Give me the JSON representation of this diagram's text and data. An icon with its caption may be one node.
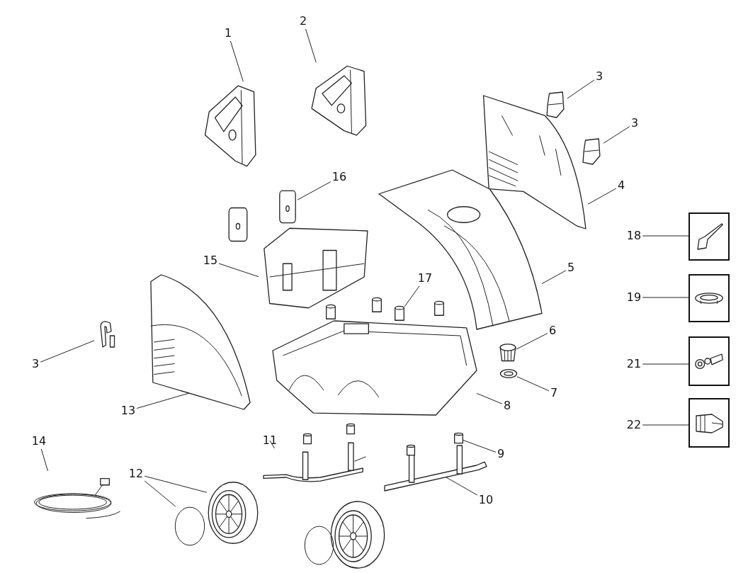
{
  "diagram": {
    "nodes": [
      {
        "text": [
          "2"
        ]
      },
      {
        "text": [],
        "shape": "picture"
      },
      {
        "text": [
          "1"
        ]
      },
      {
        "text": [],
        "shape": "picture"
      },
      {
        "text": [
          "3"
        ]
      },
      {
        "text": [],
        "shape": "picture"
      },
      {
        "text": [
          "3"
        ]
      },
      {
        "text": [],
        "shape": "picture"
      },
      {
        "text": [
          "16"
        ]
      },
      {
        "text": [],
        "shape": "picture"
      },
      {
        "text": [
          "4"
        ]
      },
      {
        "text": [],
        "shape": "picture"
      },
      {
        "text": [
          "18"
        ]
      },
      {
        "text": [],
        "shape": "picture"
      },
      {
        "text": [
          "15"
        ]
      },
      {
        "text": [],
        "shape": "picture"
      },
      {
        "text": [
          "5"
        ]
      },
      {
        "text": [],
        "shape": "picture"
      },
      {
        "text": [
          "17"
        ]
      },
      {
        "text": [],
        "shape": "cylinder"
      },
      {
        "text": [
          "19"
        ]
      },
      {
        "text": [],
        "shape": "picture"
      },
      {
        "text": [
          "6"
        ]
      },
      {
        "text": [],
        "shape": "picture"
      },
      {
        "text": [
          "3"
        ]
      },
      {
        "text": [],
        "shape": "picture"
      },
      {
        "text": [
          "21"
        ]
      },
      {
        "text": [],
        "shape": "picture"
      },
      {
        "text": [
          "7"
        ]
      },
      {
        "text": [],
        "shape": "picture"
      },
      {
        "text": [
          "8"
        ]
      },
      {
        "text": [],
        "shape": "picture"
      },
      {
        "text": [
          "13"
        ]
      },
      {
        "text": [],
        "shape": "picture"
      },
      {
        "text": [
          "22"
        ]
      },
      {
        "text": [],
        "shape": "picture"
      },
      {
        "text": [
          "11"
        ]
      },
      {
        "text": [],
        "shape": "picture"
      },
      {
        "text": [
          "14"
        ]
      },
      {
        "text": [],
        "shape": "picture"
      },
      {
        "text": [
          "9"
        ]
      },
      {
        "text": [],
        "shape": "cylinder"
      },
      {
        "text": [
          "12"
        ]
      },
      {
        "text": [],
        "shape": "circle"
      },
      {
        "text": [],
        "shape": "picture"
      },
      {
        "text": [
          "10"
        ]
      },
      {
        "text": [],
        "shape": "picture"
      }
    ],
    "edges": [
      {
        "from": 0,
        "to": 1,
        "arrow": "none"
      },
      {
        "from": 2,
        "to": 3,
        "arrow": "none"
      },
      {
        "from": 4,
        "to": 5,
        "arrow": "none"
      },
      {
        "from": 6,
        "to": 7,
        "arrow": "none"
      },
      {
        "from": 8,
        "to": 9,
        "arrow": "none"
      },
      {
        "from": 10,
        "to": 11,
        "arrow": "none"
      },
      {
        "from": 12,
        "to": 13,
        "arrow": "none"
      },
      {
        "from": 14,
        "to": 15,
        "arrow": "none"
      },
      {
        "from": 16,
        "to": 17,
        "arrow": "none"
      },
      {
        "from": 18,
        "to": 19,
        "arrow": "none"
      },
      {
        "from": 20,
        "to": 21,
        "arrow": "none"
      },
      {
        "from": 22,
        "to": 23,
        "arrow": "none"
      },
      {
        "from": 24,
        "to": 25,
        "arrow": "none"
      },
      {
        "from": 26,
        "to": 27,
        "arrow": "none"
      },
      {
        "from": 28,
        "to": 29,
        "arrow": "none"
      },
      {
        "from": 30,
        "to": 31,
        "arrow": "none"
      },
      {
        "from": 32,
        "to": 33,
        "arrow": "none"
      },
      {
        "from": 34,
        "to": 35,
        "arrow": "none"
      },
      {
        "from": 36,
        "to": 37,
        "arrow": "none"
      },
      {
        "from": 38,
        "to": 39,
        "arrow": "none"
      },
      {
        "from": 40,
        "to": 41,
        "arrow": "none"
      },
      {
        "from": 42,
        "to": 43,
        "arrow": "none"
      },
      {
        "from": 42,
        "to": 44,
        "arrow": "none"
      },
      {
        "from": 45,
        "to": 46,
        "arrow": "none"
      }
    ]
  }
}
